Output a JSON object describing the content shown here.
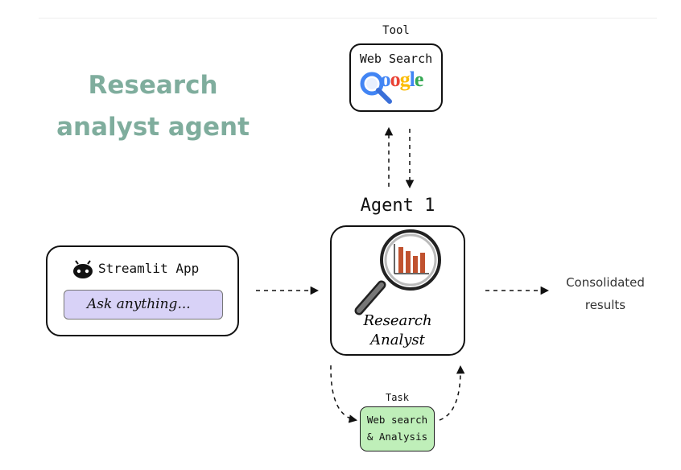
{
  "title": {
    "line1": "Research",
    "line2": "analyst agent"
  },
  "tool": {
    "header": "Tool",
    "name": "Web Search",
    "logo_text": "Google"
  },
  "agent": {
    "header": "Agent 1",
    "role_line1": "Research",
    "role_line2": "Analyst",
    "icon": "magnifier-bar-chart-icon"
  },
  "app": {
    "name": "Streamlit App",
    "icon": "robot-icon",
    "input_placeholder": "Ask anything..."
  },
  "output": {
    "line1": "Consolidated",
    "line2": "results"
  },
  "task": {
    "header": "Task",
    "line1": "Web search",
    "line2": "& Analysis"
  },
  "colors": {
    "title": "#7fad9d",
    "ask_fill": "#d8d2f7",
    "task_fill": "#bfefb9",
    "bars": "#c0522f"
  }
}
